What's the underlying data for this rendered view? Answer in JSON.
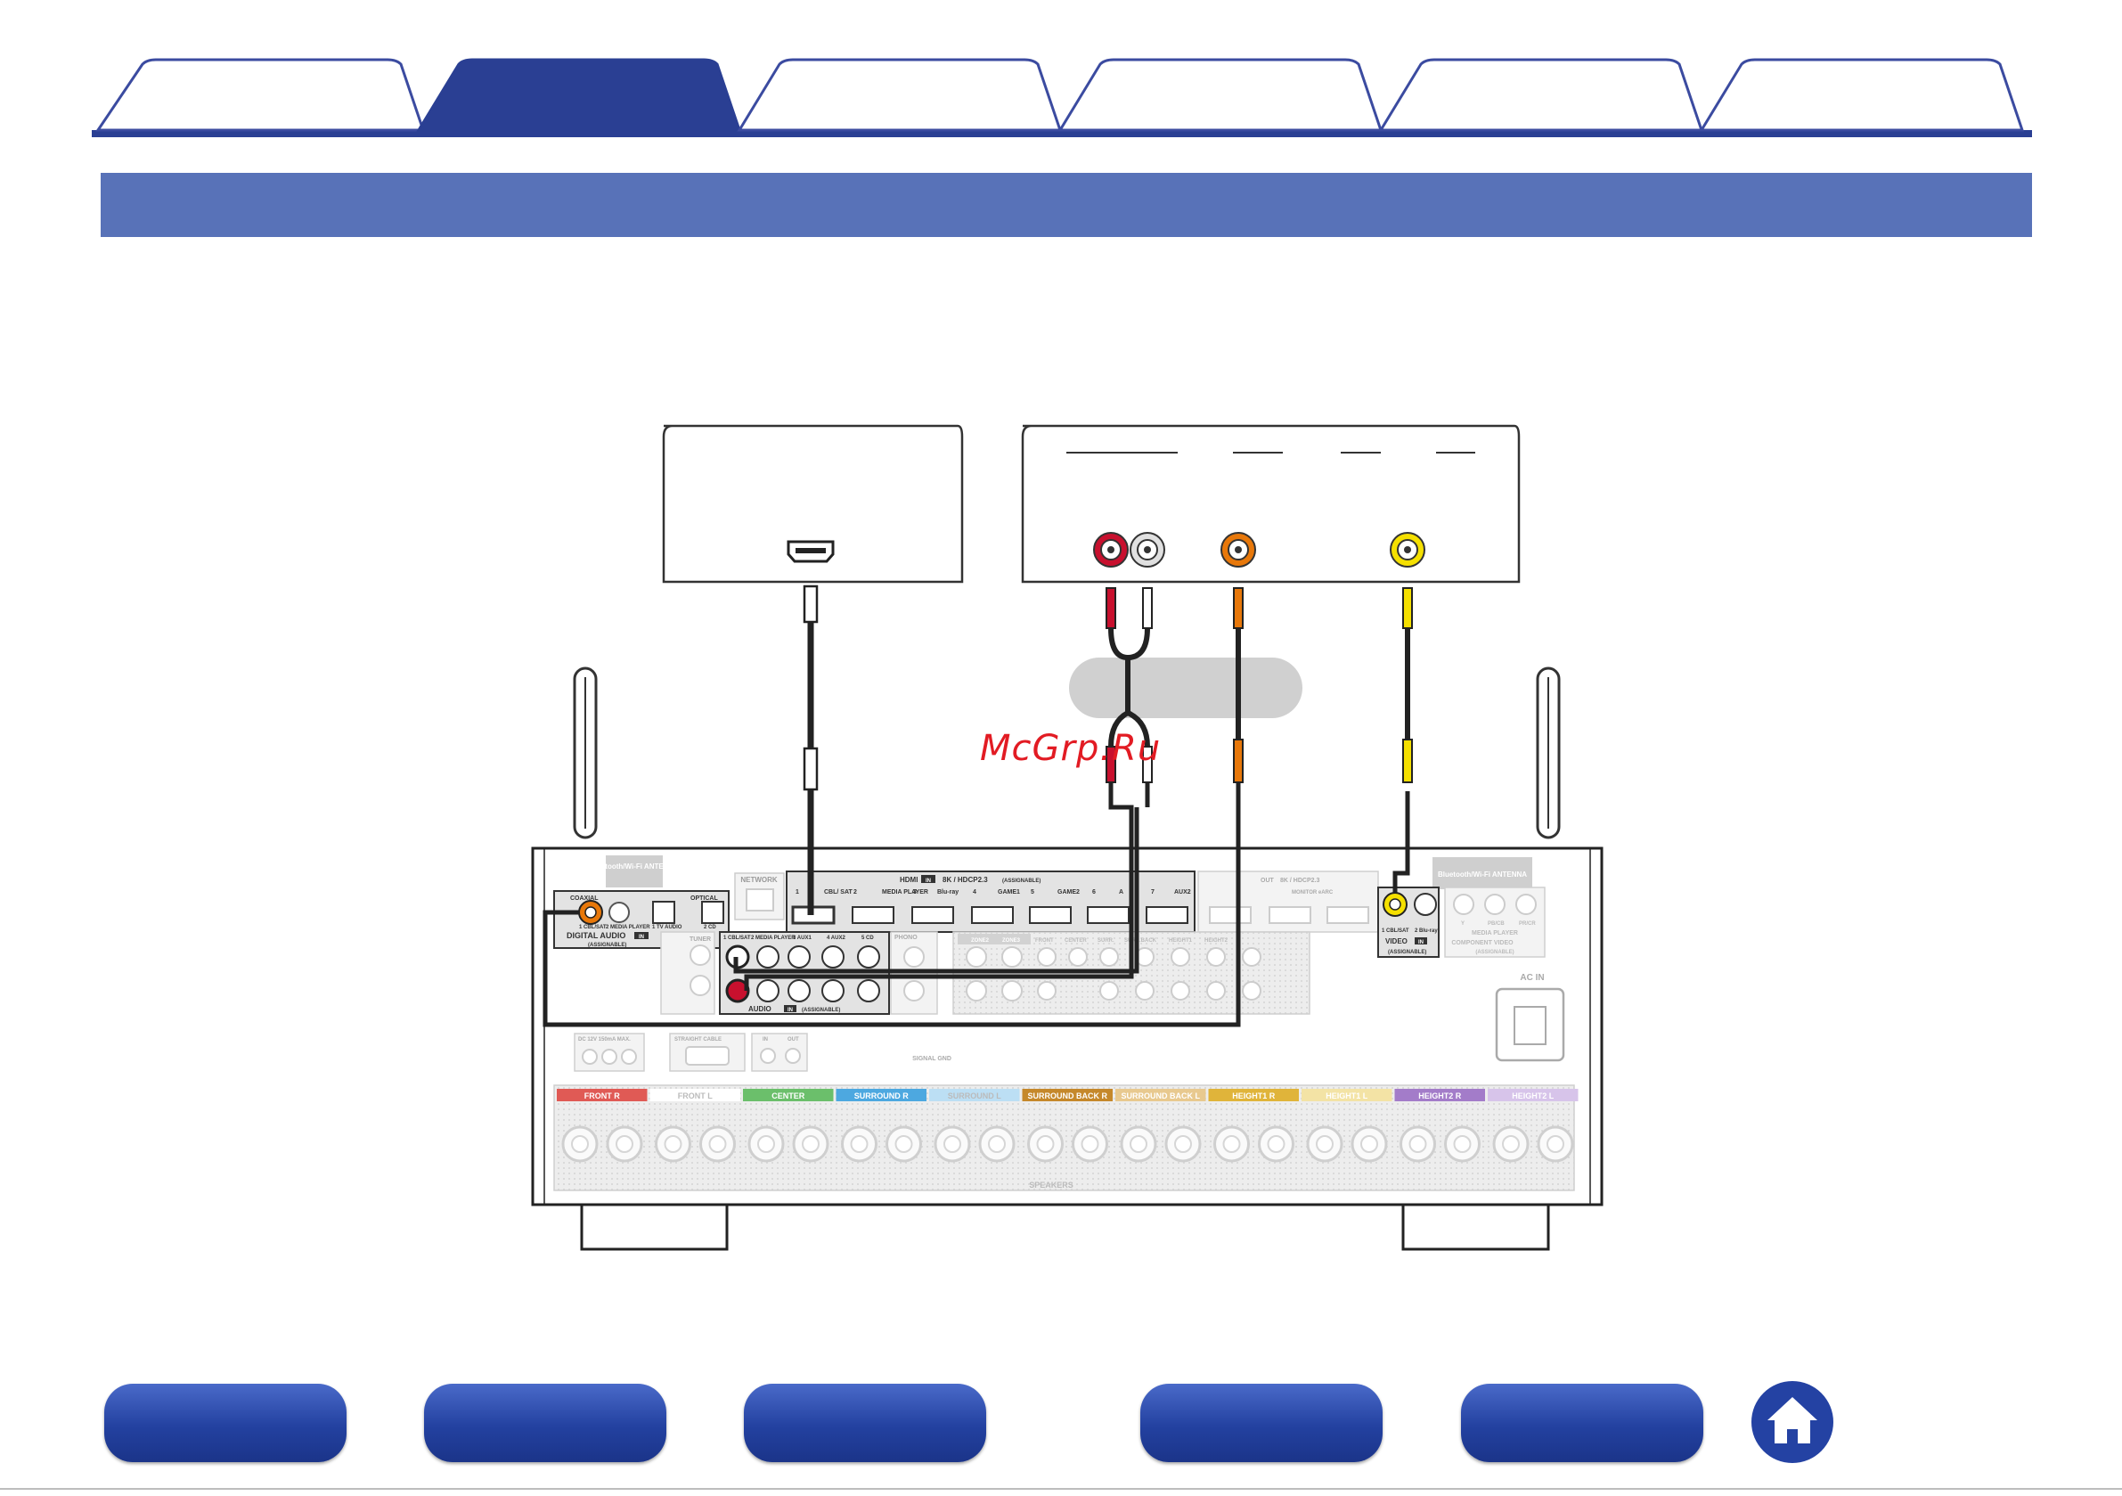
{
  "watermark": "McGrp.Ru",
  "tabs": [
    {
      "label": "",
      "active": false
    },
    {
      "label": "",
      "active": true
    },
    {
      "label": "",
      "active": false
    },
    {
      "label": "",
      "active": false
    },
    {
      "label": "",
      "active": false
    },
    {
      "label": "",
      "active": false
    }
  ],
  "colors": {
    "tab_active": "#2a3f93",
    "tab_border": "#3b4ba0",
    "title_bar": "#5872b8",
    "nav_button": "#2341a0",
    "audio_red": "#c8102e",
    "audio_white": "#e0e0e0",
    "coaxial_orange": "#e8780a",
    "video_yellow": "#f5e000"
  },
  "receiver": {
    "antenna_left": "Bluetooth/Wi-Fi ANTENNA",
    "antenna_right": "Bluetooth/Wi-Fi ANTENNA",
    "network": "NETWORK",
    "coaxial": "COAXIAL",
    "optical": "OPTICAL",
    "digital_inputs": [
      "1 CBL/SAT",
      "2 MEDIA PLAYER",
      "1 TV AUDIO",
      "2 CD"
    ],
    "digital_audio": "DIGITAL AUDIO",
    "in_badge": "IN",
    "assignable": "(ASSIGNABLE)",
    "hdmi_header": "HDMI",
    "hdmi_spec": "8K / HDCP2.3",
    "hdmi_inputs": [
      "1",
      "CBL/ SAT",
      "2",
      "MEDIA PLAYER",
      "3",
      "Blu-ray",
      "4",
      "GAME1",
      "5",
      "GAME2",
      "6",
      "A",
      "7",
      "AUX2"
    ],
    "hdmi_out": "OUT",
    "hdmi_out_spec": "8K / HDCP2.3",
    "monitor_arc": "MONITOR eARC",
    "tuner": "TUNER",
    "audio_inputs": [
      "1 CBL/SAT",
      "2 MEDIA PLAYER",
      "3 AUX1",
      "4 AUX2",
      "5 CD"
    ],
    "audio_label": "AUDIO",
    "phono": "PHONO",
    "zones": [
      "ZONE2",
      "ZONE3"
    ],
    "preouts": [
      "FRONT",
      "CENTER",
      "SURR.",
      "SURR.BACK",
      "HEIGHT1",
      "HEIGHT2"
    ],
    "video_inputs": [
      "1 CBL/SAT",
      "2 Blu-ray"
    ],
    "video_label": "VIDEO",
    "component_inputs": [
      "Y",
      "PB/CB",
      "PR/CR"
    ],
    "component_device": "MEDIA PLAYER",
    "component_label": "COMPONENT VIDEO",
    "ac_in": "AC IN",
    "dc_out": "DC 12V 150mA MAX.",
    "straight_cable": "STRAIGHT CABLE",
    "remote_in": "IN",
    "remote_out": "OUT",
    "signal_gnd": "SIGNAL GND",
    "speaker_groups": [
      {
        "label": "FRONT R",
        "color": "#e05a55"
      },
      {
        "label": "FRONT L",
        "color": "#ffffff"
      },
      {
        "label": "CENTER",
        "color": "#6bbf6b"
      },
      {
        "label": "SURROUND R",
        "color": "#4da8e0"
      },
      {
        "label": "SURROUND L",
        "color": "#bcdff4"
      },
      {
        "label": "SURROUND BACK R",
        "color": "#c5882b"
      },
      {
        "label": "SURROUND BACK L",
        "color": "#e8c98f"
      },
      {
        "label": "HEIGHT1 R",
        "color": "#e0b43a"
      },
      {
        "label": "HEIGHT1 L",
        "color": "#f3e3a5"
      },
      {
        "label": "HEIGHT2 R",
        "color": "#a37cc9"
      },
      {
        "label": "HEIGHT2 L",
        "color": "#d7c4ea"
      }
    ],
    "speakers_label": "SPEAKERS"
  },
  "nav_buttons": [
    "",
    "",
    "",
    "",
    ""
  ]
}
